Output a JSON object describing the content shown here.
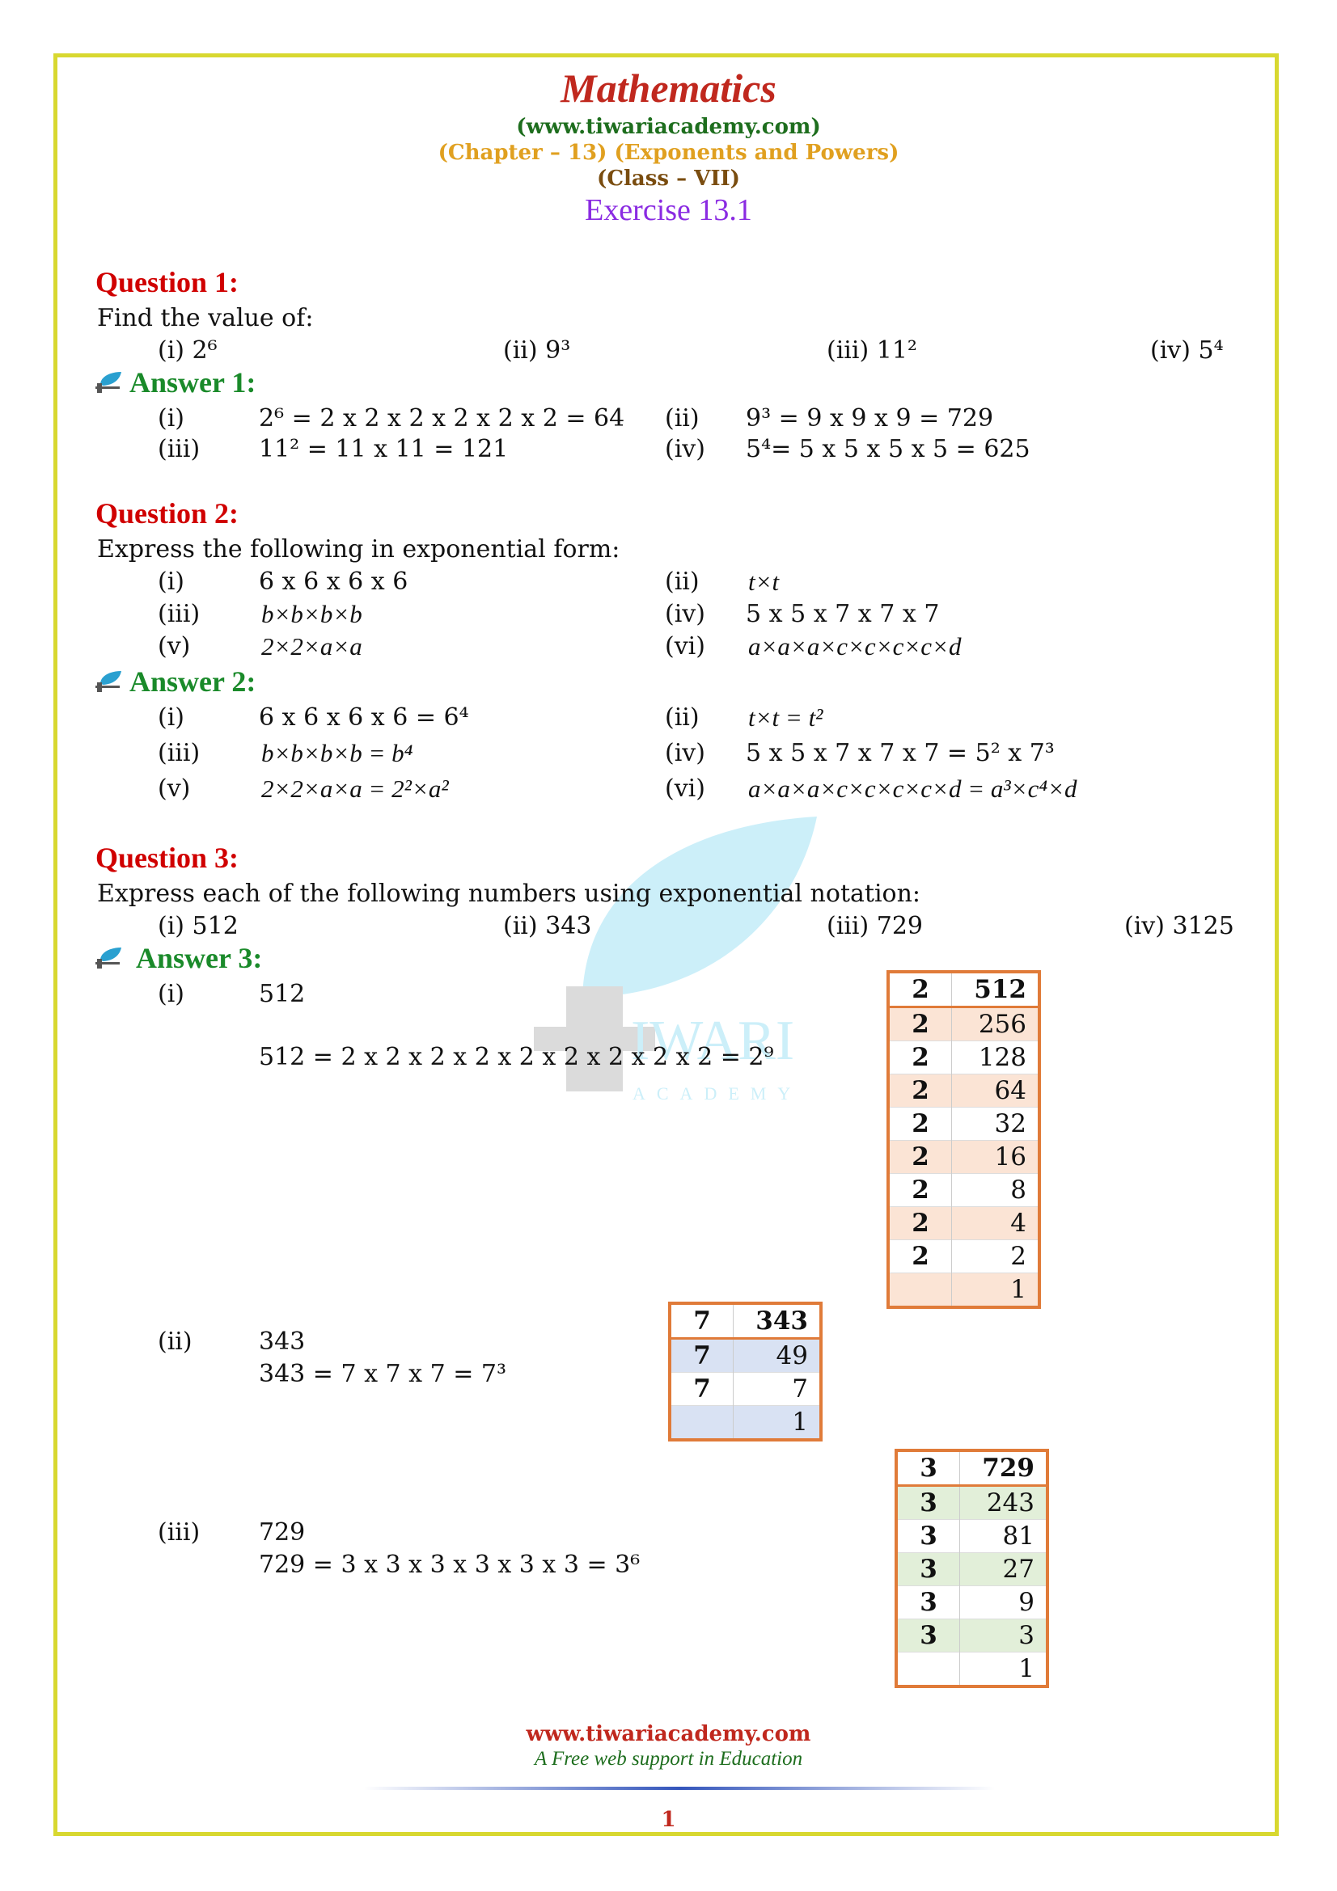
{
  "header": {
    "title": "Mathematics",
    "site": "(www.tiwariacademy.com)",
    "chapter": "(Chapter – 13) (Exponents and Powers)",
    "class": "(Class – VII)",
    "exercise": "Exercise 13.1"
  },
  "q1": {
    "heading": "Question 1:",
    "prompt": "Find the value of:",
    "parts": [
      "(i) 2⁶",
      "(ii) 9³",
      "(iii) 11²",
      "(iv) 5⁴"
    ],
    "answer_heading": "Answer 1:",
    "answers": [
      {
        "label": "(i)",
        "text": "2⁶ = 2 x 2 x 2 x 2 x 2 x 2 = 64"
      },
      {
        "label": "(ii)",
        "text": "9³ = 9 x 9 x 9 = 729"
      },
      {
        "label": "(iii)",
        "text": "11² = 11 x 11 = 121"
      },
      {
        "label": "(iv)",
        "text": "5⁴= 5 x 5 x 5 x 5 = 625"
      }
    ]
  },
  "q2": {
    "heading": "Question 2:",
    "prompt": "Express the following in exponential form:",
    "parts": [
      {
        "label": "(i)",
        "text": "6 x 6 x 6 x 6"
      },
      {
        "label": "(ii)",
        "text": "t×t"
      },
      {
        "label": "(iii)",
        "text": "b×b×b×b"
      },
      {
        "label": "(iv)",
        "text": "5 x 5 x 7 x 7 x 7"
      },
      {
        "label": "(v)",
        "text": "2×2×a×a"
      },
      {
        "label": "(vi)",
        "text": "a×a×a×c×c×c×c×d"
      }
    ],
    "answer_heading": "Answer 2:",
    "answers": [
      {
        "label": "(i)",
        "text": "6 x 6 x 6 x 6 = 6⁴"
      },
      {
        "label": "(ii)",
        "text": "t×t = t²"
      },
      {
        "label": "(iii)",
        "text": "b×b×b×b = b⁴"
      },
      {
        "label": "(iv)",
        "text": "5 x 5 x 7 x 7 x 7 = 5² x 7³"
      },
      {
        "label": "(v)",
        "text": "2×2×a×a = 2²×a²"
      },
      {
        "label": "(vi)",
        "text": "a×a×a×c×c×c×c×d = a³×c⁴×d"
      }
    ]
  },
  "q3": {
    "heading": "Question 3:",
    "prompt": "Express each of the following numbers using exponential notation:",
    "parts": [
      "(i) 512",
      "(ii) 343",
      "(iii) 729",
      "(iv) 3125"
    ],
    "answer_heading": "Answer 3:",
    "answers": [
      {
        "label": "(i)",
        "number": "512",
        "text": "512 = 2 x 2 x 2 x 2 x 2 x 2 x 2 x 2 x 2 = 2⁹"
      },
      {
        "label": "(ii)",
        "number": "343",
        "text": "343 = 7 x 7 x 7 = 7³"
      },
      {
        "label": "(iii)",
        "number": "729",
        "text": "729 = 3 x 3 x 3 x 3 x 3 x 3 = 3⁶"
      }
    ],
    "tables": {
      "t512": {
        "header": [
          "2",
          "512"
        ],
        "rows": [
          [
            "2",
            "256"
          ],
          [
            "2",
            "128"
          ],
          [
            "2",
            "64"
          ],
          [
            "2",
            "32"
          ],
          [
            "2",
            "16"
          ],
          [
            "2",
            "8"
          ],
          [
            "2",
            "4"
          ],
          [
            "2",
            "2"
          ],
          [
            "",
            "1"
          ]
        ]
      },
      "t343": {
        "header": [
          "7",
          "343"
        ],
        "rows": [
          [
            "7",
            "49"
          ],
          [
            "7",
            "7"
          ],
          [
            "",
            "1"
          ]
        ]
      },
      "t729": {
        "header": [
          "3",
          "729"
        ],
        "rows": [
          [
            "3",
            "243"
          ],
          [
            "3",
            "81"
          ],
          [
            "3",
            "27"
          ],
          [
            "3",
            "9"
          ],
          [
            "3",
            "3"
          ],
          [
            "",
            "1"
          ]
        ]
      }
    }
  },
  "watermark": {
    "word": "IWARI",
    "sub": "ACADEMY"
  },
  "icon_names": [
    "tiwari-logo-icon"
  ],
  "footer": {
    "site": "www.tiwariacademy.com",
    "tagline": "A Free web support in Education",
    "page": "1"
  },
  "colors": {
    "border": "#d8d830",
    "question": "#d00000",
    "answer": "#1a8a2a",
    "exercise": "#8a2be2",
    "table_border": "#e07b39"
  }
}
